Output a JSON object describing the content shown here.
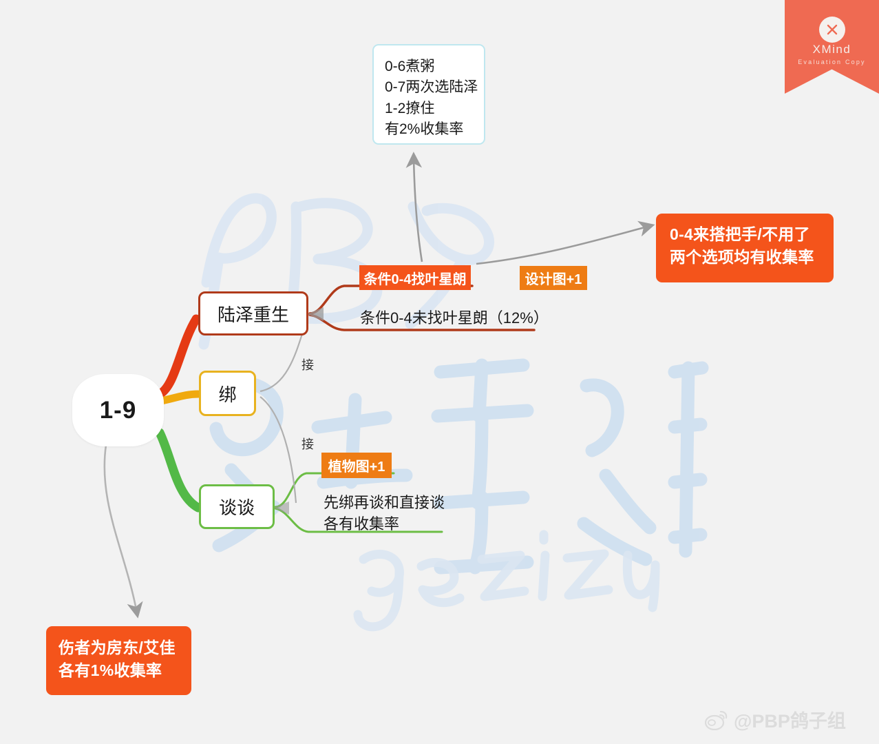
{
  "app": {
    "watermark_ribbon": {
      "title": "XMind",
      "subtitle": "Evaluation Copy",
      "icon": "xmind-x-icon",
      "color": "#ef6a52"
    },
    "weibo_watermark": {
      "handle": "@PBP鸽子组",
      "icon": "weibo-icon"
    },
    "background_watermark": {
      "line1": "PBP",
      "line2": "鸽子组",
      "line3": "gezizu",
      "color": "#dde7f3"
    },
    "canvas_background": "#f2f2f2"
  },
  "mindmap": {
    "central": {
      "label": "1-9"
    },
    "branches": [
      {
        "id": "luze",
        "label": "陆泽重生",
        "color": "#b03a1a",
        "children": [
          {
            "type": "chip",
            "label": "条件0-4找叶星朗",
            "color": "#f4541b"
          },
          {
            "type": "chip",
            "label": "设计图+1",
            "color": "#ee7c14"
          },
          {
            "type": "text",
            "label": "条件0-4未找叶星朗（12%）"
          }
        ]
      },
      {
        "id": "bang",
        "label": "绑",
        "color": "#e8b21f",
        "children": []
      },
      {
        "id": "tantan",
        "label": "谈谈",
        "color": "#6cbd45",
        "children": [
          {
            "type": "chip",
            "label": "植物图+1",
            "color": "#ee7c14"
          },
          {
            "type": "text",
            "label_line1": "先绑再谈和直接谈",
            "label_line2": "各有收集率"
          }
        ]
      }
    ],
    "relation_labels": [
      {
        "label": "接"
      },
      {
        "label": "接"
      }
    ],
    "callouts": [
      {
        "id": "blue-note",
        "style": "blue-outline",
        "border_color": "#bfe7ef",
        "lines": [
          "0-6煮粥",
          "0-7两次选陆泽",
          "1-2撩住",
          "有2%收集率"
        ]
      },
      {
        "id": "orange-right-note",
        "style": "orange-filled",
        "fill_color": "#f4541b",
        "lines": [
          "0-4来搭把手/不用了",
          "两个选项均有收集率"
        ]
      },
      {
        "id": "orange-bottom-note",
        "style": "orange-filled",
        "fill_color": "#f4541b",
        "lines": [
          "伤者为房东/艾佳",
          "各有1%收集率"
        ]
      }
    ]
  }
}
